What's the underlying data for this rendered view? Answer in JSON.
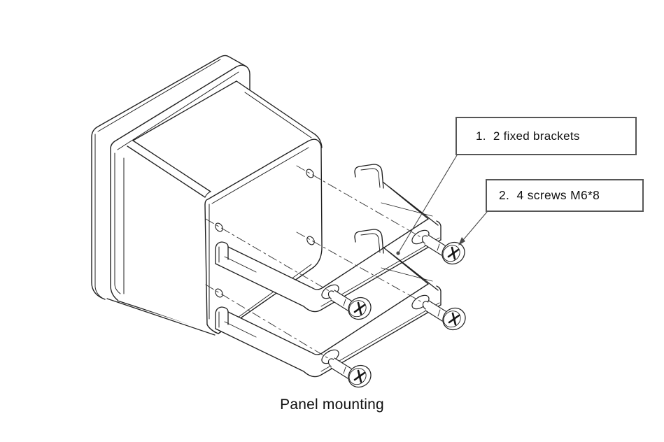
{
  "figure": {
    "caption": "Panel mounting",
    "callouts": [
      {
        "number": "1",
        "label": "1.  2 fixed brackets",
        "target": "fixed-bracket"
      },
      {
        "number": "2",
        "label": "2.  4 screws M6*8",
        "target": "screw"
      }
    ],
    "parts": [
      {
        "name": "fixed bracket",
        "quantity": 2
      },
      {
        "name": "screw M6*8",
        "quantity": 4
      }
    ],
    "colors": {
      "line": "#222222",
      "thin_line": "#3a3a3a",
      "leader": "#4a4a4a",
      "background": "#ffffff",
      "callout_border": "#565656",
      "text": "#111111"
    }
  }
}
